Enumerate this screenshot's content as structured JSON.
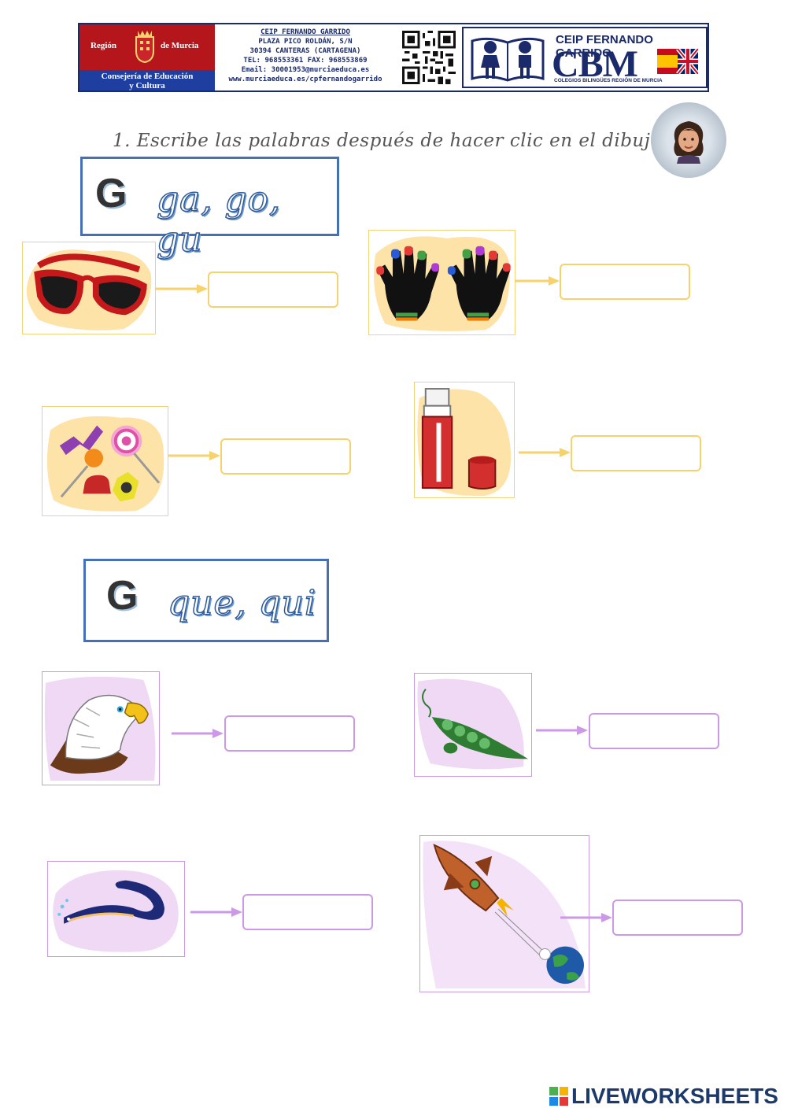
{
  "header": {
    "region_left": "Región",
    "region_right": "de Murcia",
    "consejeria_line1": "Consejería de Educación",
    "consejeria_line2": "y Cultura",
    "school_name": "CEIP FERNANDO GARRIDO",
    "school_address": "PLAZA PICO ROLDÁN, S/N",
    "school_city": "30394 CANTERAS (CARTAGENA)",
    "school_phone": "TEL: 968553361    FAX: 968553869",
    "school_email": "Email: 30001953@murciaeduca.es",
    "school_web": "www.murciaeduca.es/cpfernandogarrido",
    "cbm_title": "CEIP FERNANDO GARRIDO",
    "cbm_logo": "CBM",
    "cbm_subtitle": "COLEGIOS BILINGÜES REGIÓN DE MURCIA"
  },
  "instruction": "1. Escribe las palabras después de hacer clic en el dibujo:",
  "sections": [
    {
      "letter": "G",
      "syllables": "ga, go, gu",
      "color": "#f7d16b",
      "items": [
        {
          "icon": "sunglasses-icon",
          "answer": ""
        },
        {
          "icon": "gloves-icon",
          "answer": ""
        },
        {
          "icon": "candies-icon",
          "answer": ""
        },
        {
          "icon": "glue-stick-icon",
          "answer": ""
        }
      ]
    },
    {
      "letter": "G",
      "syllables": "que, qui",
      "color": "#cc99e6",
      "items": [
        {
          "icon": "eagle-icon",
          "answer": ""
        },
        {
          "icon": "peas-pod-icon",
          "answer": ""
        },
        {
          "icon": "eel-icon",
          "answer": ""
        },
        {
          "icon": "rocket-icon",
          "answer": ""
        }
      ]
    }
  ],
  "footer": {
    "brand": "LIVEWORKSHEETS"
  }
}
